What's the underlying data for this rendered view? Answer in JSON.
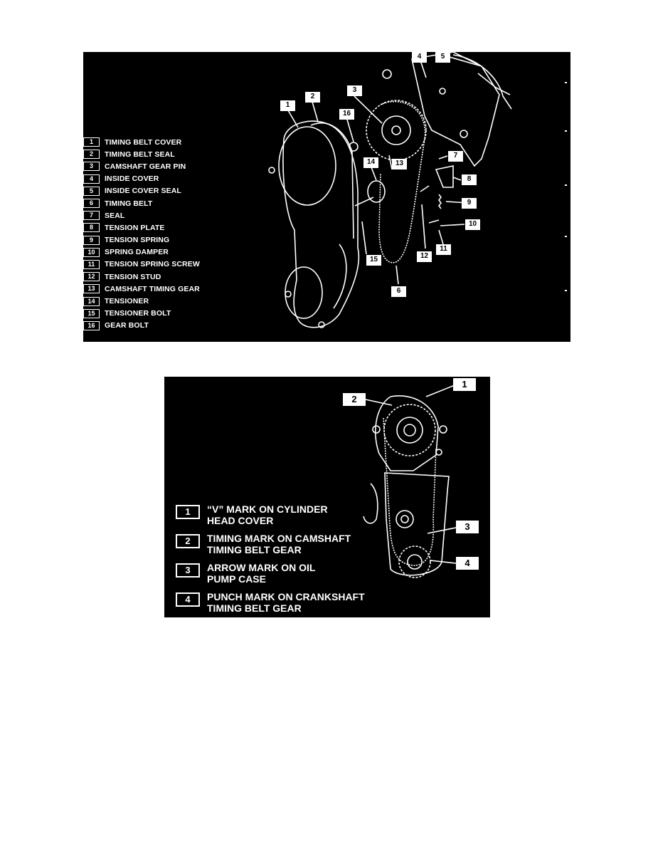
{
  "figure1": {
    "legend": [
      {
        "num": "1",
        "label": "TIMING BELT COVER"
      },
      {
        "num": "2",
        "label": "TIMING BELT SEAL"
      },
      {
        "num": "3",
        "label": "CAMSHAFT GEAR PIN"
      },
      {
        "num": "4",
        "label": "INSIDE COVER"
      },
      {
        "num": "5",
        "label": "INSIDE COVER SEAL"
      },
      {
        "num": "6",
        "label": "TIMING BELT"
      },
      {
        "num": "7",
        "label": "SEAL"
      },
      {
        "num": "8",
        "label": "TENSION PLATE"
      },
      {
        "num": "9",
        "label": "TENSION SPRING"
      },
      {
        "num": "10",
        "label": "SPRING DAMPER"
      },
      {
        "num": "11",
        "label": "TENSION SPRING SCREW"
      },
      {
        "num": "12",
        "label": "TENSION STUD"
      },
      {
        "num": "13",
        "label": "CAMSHAFT TIMING GEAR"
      },
      {
        "num": "14",
        "label": "TENSIONER"
      },
      {
        "num": "15",
        "label": "TENSIONER BOLT"
      },
      {
        "num": "16",
        "label": "GEAR BOLT"
      }
    ],
    "callouts": [
      "1",
      "2",
      "3",
      "4",
      "5",
      "6",
      "7",
      "8",
      "9",
      "10",
      "11",
      "12",
      "13",
      "14",
      "15",
      "16"
    ]
  },
  "figure2": {
    "legend": [
      {
        "num": "1",
        "label": "“V” MARK ON CYLINDER\nHEAD COVER"
      },
      {
        "num": "2",
        "label": "TIMING MARK ON CAMSHAFT\nTIMING BELT GEAR"
      },
      {
        "num": "3",
        "label": "ARROW MARK ON OIL\nPUMP CASE"
      },
      {
        "num": "4",
        "label": "PUNCH MARK ON CRANKSHAFT\nTIMING BELT GEAR"
      }
    ],
    "callouts": [
      "1",
      "2",
      "3",
      "4"
    ]
  },
  "colors": {
    "panel": "#000000",
    "ink": "#ffffff",
    "page": "#ffffff"
  }
}
